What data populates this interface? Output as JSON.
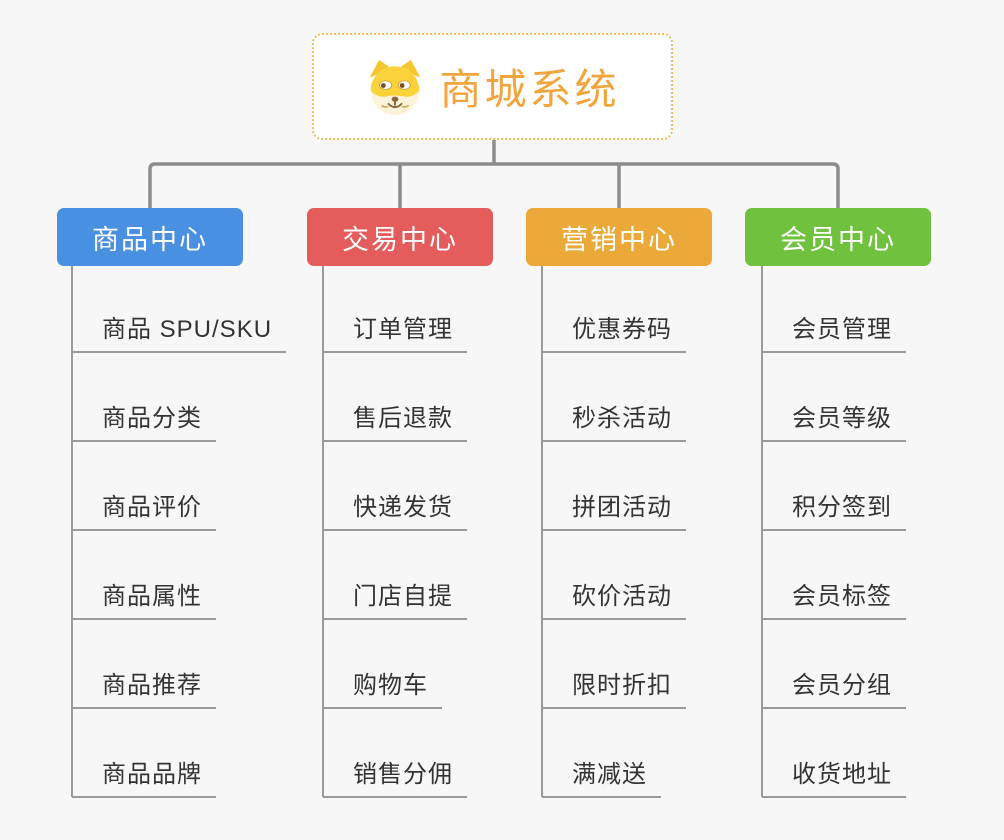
{
  "root": {
    "title": "商城系统",
    "icon": "dog-face-icon"
  },
  "colors": {
    "background": "#f7f7f7",
    "connector": "#8c8c8c",
    "spine": "#9a9a9a",
    "root_accent": "#f2a53c",
    "root_border": "#f4bd5e",
    "item_text": "#333333"
  },
  "columns": [
    {
      "label": "商品中心",
      "color": "#4a90e2",
      "items": [
        "商品 SPU/SKU",
        "商品分类",
        "商品评价",
        "商品属性",
        "商品推荐",
        "商品品牌"
      ]
    },
    {
      "label": "交易中心",
      "color": "#e45c5c",
      "items": [
        "订单管理",
        "售后退款",
        "快递发货",
        "门店自提",
        "购物车",
        "销售分佣"
      ]
    },
    {
      "label": "营销中心",
      "color": "#eaa939",
      "items": [
        "优惠券码",
        "秒杀活动",
        "拼团活动",
        "砍价活动",
        "限时折扣",
        "满减送"
      ]
    },
    {
      "label": "会员中心",
      "color": "#6fc13e",
      "items": [
        "会员管理",
        "会员等级",
        "积分签到",
        "会员标签",
        "会员分组",
        "收货地址"
      ]
    }
  ]
}
